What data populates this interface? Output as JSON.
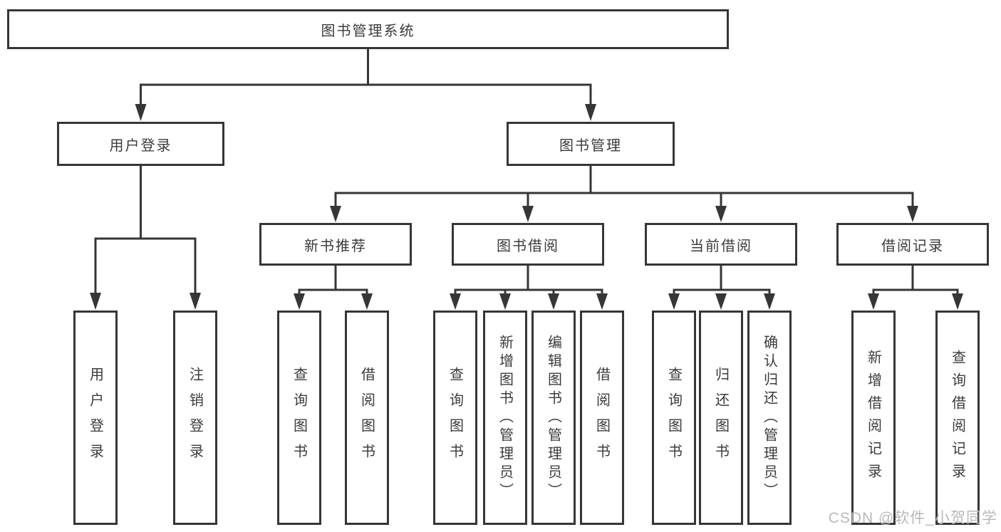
{
  "diagram": {
    "type": "hierarchy-chart",
    "nodes": {
      "root": {
        "label": "图书管理系统"
      },
      "user_login": {
        "label": "用户登录"
      },
      "book_mgmt": {
        "label": "图书管理"
      },
      "new_book_rec": {
        "label": "新书推荐"
      },
      "book_borrow": {
        "label": "图书借阅"
      },
      "current_borrow": {
        "label": "当前借阅"
      },
      "borrow_record": {
        "label": "借阅记录"
      },
      "leaf_user_login": {
        "label": "用户登录"
      },
      "leaf_logout": {
        "label": "注销登录"
      },
      "leaf_rec_query": {
        "label": "查询图书"
      },
      "leaf_rec_borrow": {
        "label": "借阅图书"
      },
      "leaf_bb_query": {
        "label": "查询图书"
      },
      "leaf_bb_add": {
        "label": "新增图书（管理员）"
      },
      "leaf_bb_edit": {
        "label": "编辑图书（管理员）"
      },
      "leaf_bb_borrow": {
        "label": "借阅图书"
      },
      "leaf_cb_query": {
        "label": "查询图书"
      },
      "leaf_cb_return": {
        "label": "归还图书"
      },
      "leaf_cb_confirm": {
        "label": "确认归还（管理员）"
      },
      "leaf_br_add": {
        "label": "新增借阅记录"
      },
      "leaf_br_query": {
        "label": "查询借阅记录"
      }
    },
    "edges": [
      "root->user_login",
      "root->book_mgmt",
      "user_login->leaf_user_login",
      "user_login->leaf_logout",
      "book_mgmt->new_book_rec",
      "book_mgmt->book_borrow",
      "book_mgmt->current_borrow",
      "book_mgmt->borrow_record",
      "new_book_rec->leaf_rec_query",
      "new_book_rec->leaf_rec_borrow",
      "book_borrow->leaf_bb_query",
      "book_borrow->leaf_bb_add",
      "book_borrow->leaf_bb_edit",
      "book_borrow->leaf_bb_borrow",
      "current_borrow->leaf_cb_query",
      "current_borrow->leaf_cb_return",
      "current_borrow->leaf_cb_confirm",
      "borrow_record->leaf_br_add",
      "borrow_record->leaf_br_query"
    ],
    "colors": {
      "line": "#363636",
      "text": "#3b3b3b",
      "background": "#ffffff",
      "watermark": "#b9b9b9"
    }
  },
  "watermark": {
    "text": "CSDN @软件_小贺同学"
  }
}
